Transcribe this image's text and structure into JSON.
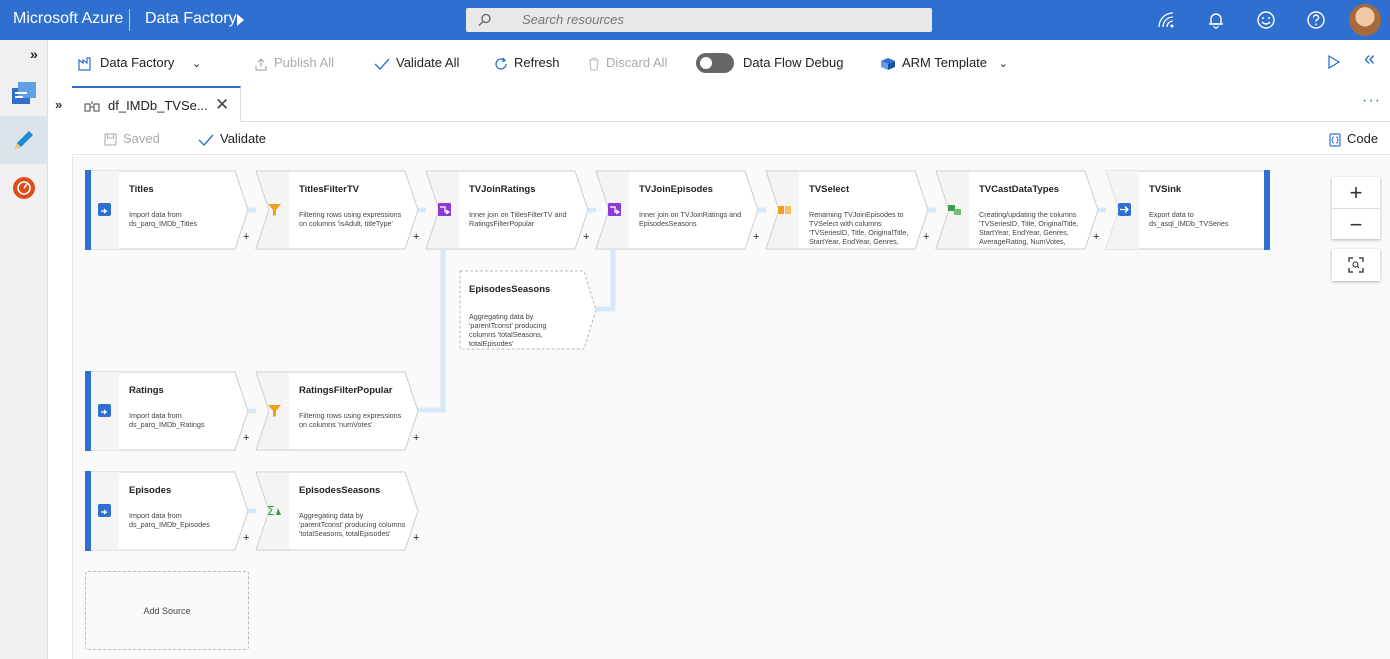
{
  "header": {
    "brand": "Microsoft Azure",
    "service": "Data Factory",
    "search_placeholder": "Search resources"
  },
  "toolbar": {
    "factory": "Data Factory",
    "publish": "Publish All",
    "validate_all": "Validate All",
    "refresh": "Refresh",
    "discard": "Discard All",
    "debug": "Data Flow Debug",
    "arm": "ARM Template"
  },
  "tab": {
    "title": "df_IMDb_TVSe..."
  },
  "subbar": {
    "saved": "Saved",
    "validate": "Validate",
    "code": "Code"
  },
  "nodes": [
    {
      "name": "Titles",
      "desc": "Import data from ds_parq_IMDb_Titles",
      "icon": "source-icon"
    },
    {
      "name": "TitlesFilterTV",
      "desc": "Filtering rows using expressions on columns 'isAdult, titleType'",
      "icon": "filter-icon"
    },
    {
      "name": "TVJoinRatings",
      "desc": "Inner join on TitlesFilterTV and RatingsFilterPopular",
      "icon": "join-icon"
    },
    {
      "name": "TVJoinEpisodes",
      "desc": "Inner join on TVJoinRatings and EpisodesSeasons",
      "icon": "join-icon"
    },
    {
      "name": "TVSelect",
      "desc": "Renaming TVJoinEpisodes to TVSelect with columns 'TVSeriesID, Title, OriginalTitle, StartYear, EndYear, Genres,",
      "icon": "select-icon"
    },
    {
      "name": "TVCastDataTypes",
      "desc": "Creating/updating the columns 'TVSeriesID, Title, OriginalTitle, StartYear, EndYear, Genres, AverageRating, NumVotes,",
      "icon": "derived-column-icon"
    },
    {
      "name": "TVSink",
      "desc": "Export data to ds_asql_IMDb_TVSeries",
      "icon": "sink-icon"
    },
    {
      "name": "EpisodesSeasons",
      "desc": "Aggregating data by 'parentTconst' producing columns 'totalSeasons, totalEpisodes'",
      "icon": "aggregate-icon"
    },
    {
      "name": "Ratings",
      "desc": "Import data from ds_parq_IMDb_Ratings",
      "icon": "source-icon"
    },
    {
      "name": "RatingsFilterPopular",
      "desc": "Filtering rows using expressions on columns 'numVotes'",
      "icon": "filter-icon"
    },
    {
      "name": "Episodes",
      "desc": "Import data from ds_parq_IMDb_Episodes",
      "icon": "source-icon"
    },
    {
      "name": "EpisodesSeasons",
      "desc": "Aggregating data by 'parentTconst' producing columns 'totalSeasons, totalEpisodes'",
      "icon": "aggregate-icon"
    }
  ],
  "add_source": "Add Source",
  "plus": "+",
  "zoom": {
    "in": "+",
    "out": "−"
  }
}
